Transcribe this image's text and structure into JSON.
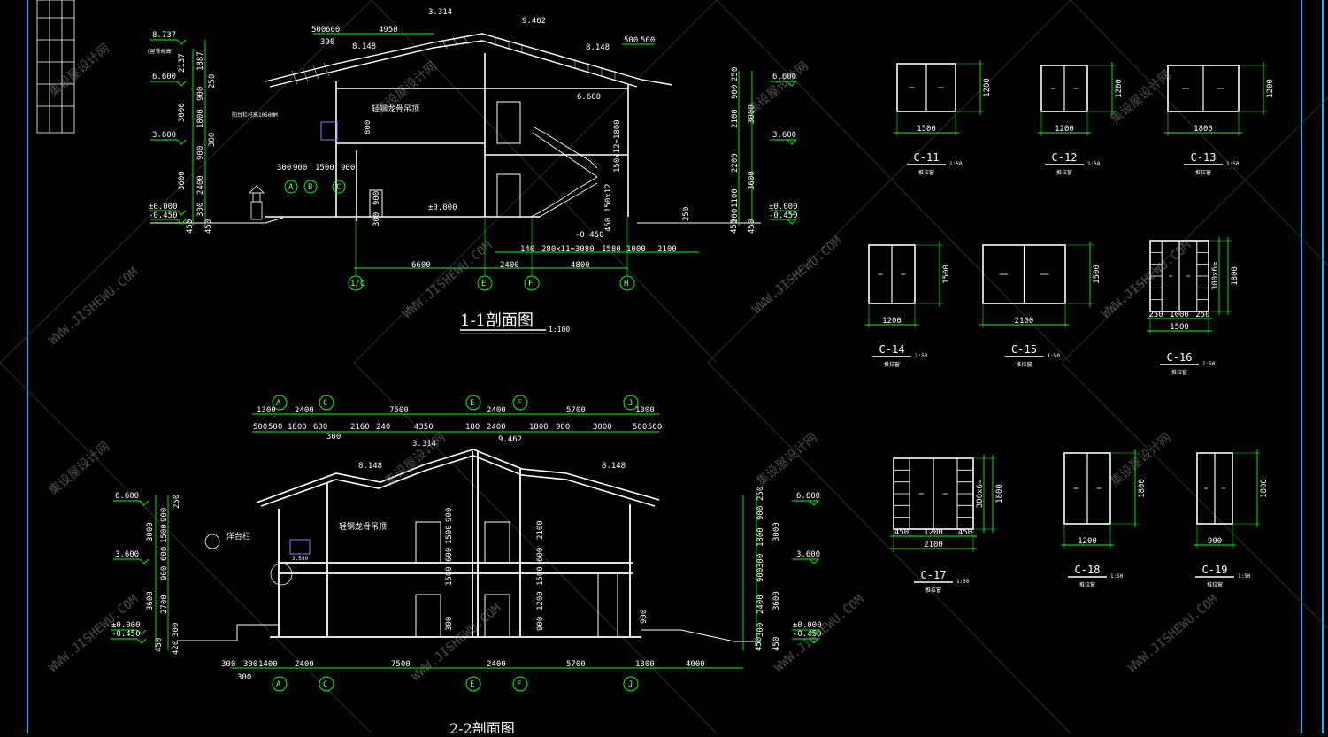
{
  "section_1": {
    "title": "1-1剖面图",
    "scale": "1:100",
    "elevations_left": [
      "8.737",
      "6.600",
      "3.600",
      "±0.000",
      "-0.450"
    ],
    "elevations_right": [
      "6.600",
      "3.600",
      "±0.000",
      "-0.450"
    ],
    "ridge_labels": [
      "3.314",
      "9.462",
      "8.148",
      "8.148",
      "6.600",
      "±0.000",
      "-0.450"
    ],
    "note_1": "轻钢龙骨吊顶",
    "note_2": "阳台栏杆高1050MM",
    "note_3": "(屋脊标高)",
    "axis_labels": [
      "1/C",
      "E",
      "F",
      "H"
    ],
    "axis_labels_upper": [
      "A",
      "B",
      "C"
    ],
    "dims_bottom": [
      "6600",
      "2400",
      "4800",
      "140",
      "280x11=3080",
      "1580",
      "1000",
      "2100"
    ],
    "dims_top": [
      "500",
      "600",
      "300",
      "4950",
      "500",
      "500"
    ],
    "dims_left": [
      "2137",
      "1887",
      "250",
      "900",
      "3000",
      "1800",
      "300",
      "900",
      "3600",
      "2400",
      "300",
      "450",
      "450"
    ],
    "dims_right": [
      "250",
      "900",
      "2100",
      "3000",
      "2200",
      "3600",
      "1100",
      "300",
      "450",
      "450"
    ],
    "dims_mid": [
      "300",
      "900",
      "1500",
      "900",
      "800",
      "900",
      "300",
      "150x12=1800",
      "450",
      "150x12",
      "250"
    ]
  },
  "section_2": {
    "title": "2-2剖面图",
    "elevations_left": [
      "6.600",
      "3.600",
      "±0.000",
      "-0.450"
    ],
    "elevations_right": [
      "6.600",
      "3.600",
      "±0.000",
      "-0.450"
    ],
    "ridge_labels": [
      "3.314",
      "9.462",
      "8.148",
      "8.148",
      "3.550"
    ],
    "note_1": "轻钢龙骨吊顶",
    "note_2": "洋台栏",
    "axis_labels": [
      "A",
      "C",
      "E",
      "F",
      "J"
    ],
    "dims_top_1": [
      "1300",
      "2400",
      "7500",
      "2400",
      "5700",
      "1300"
    ],
    "dims_top_2": [
      "500",
      "500",
      "1800",
      "600",
      "300",
      "2160",
      "240",
      "4350",
      "180",
      "2400",
      "1800",
      "900",
      "3000",
      "500",
      "500"
    ],
    "dims_bottom": [
      "300",
      "300",
      "1400",
      "2400",
      "7500",
      "2400",
      "5700",
      "1300",
      "4000",
      "300"
    ],
    "dims_left": [
      "250",
      "900",
      "3000",
      "1500",
      "600",
      "900",
      "3600",
      "2700",
      "300",
      "450",
      "420"
    ],
    "dims_right": [
      "250",
      "900",
      "1800",
      "3000",
      "300",
      "900",
      "2400",
      "3600",
      "300",
      "450",
      "450"
    ],
    "dims_inner": [
      "900",
      "2100",
      "1500",
      "600",
      "1500",
      "1200",
      "1500",
      "600",
      "900",
      "300",
      "900"
    ]
  },
  "windows": [
    {
      "id": "C-11",
      "scale": "1:50",
      "note": "推拉窗",
      "width": "1500",
      "height": "1200"
    },
    {
      "id": "C-12",
      "scale": "1:50",
      "note": "推拉窗",
      "width": "1200",
      "height": "1200"
    },
    {
      "id": "C-13",
      "scale": "1:50",
      "note": "推拉窗",
      "width": "1800",
      "height": "1200"
    },
    {
      "id": "C-14",
      "scale": "1:50",
      "note": "推拉窗",
      "width": "1200",
      "height": "1500"
    },
    {
      "id": "C-15",
      "scale": "1:50",
      "note": "推拉窗",
      "width": "2100",
      "height": "1500"
    },
    {
      "id": "C-16",
      "scale": "1:50",
      "note": "推拉窗",
      "width": "1500",
      "height": "1800",
      "sub_dims": [
        "250",
        "1000",
        "250"
      ],
      "side_dim": "300x6="
    },
    {
      "id": "C-17",
      "scale": "1:50",
      "note": "推拉窗",
      "width": "2100",
      "height": "1800",
      "sub_dims": [
        "450",
        "1200",
        "450"
      ],
      "side_dim": "300x6="
    },
    {
      "id": "C-18",
      "scale": "1:50",
      "note": "推拉窗",
      "width": "1200",
      "height": "1800"
    },
    {
      "id": "C-19",
      "scale": "1:50",
      "note": "推拉窗",
      "width": "900",
      "height": "1800"
    }
  ],
  "watermark": {
    "cn": "集设屋设计网",
    "en": "WWW.JISHEWU.COM"
  },
  "colors": {
    "background": "#000000",
    "line": "#ffffff",
    "dimension": "#00ff00",
    "frame": "#00bfff",
    "hatch": "#8080ff"
  }
}
